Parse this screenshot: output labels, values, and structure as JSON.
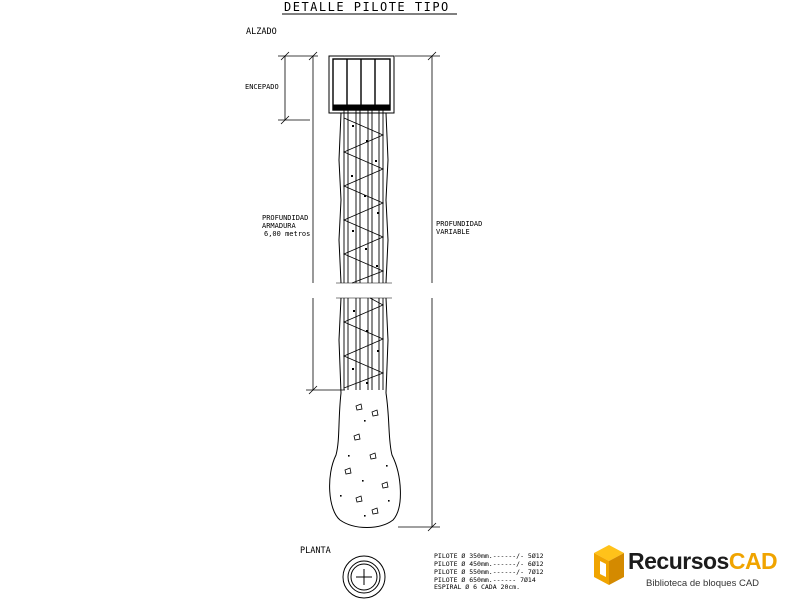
{
  "title": "DETALLE PILOTE TIPO",
  "labels": {
    "alzado": "ALZADO",
    "encepado": "ENCEPADO",
    "prof_armadura": [
      "PROFUNDIDAD",
      "ARMADURA",
      "6,00 metros"
    ],
    "prof_variable": [
      "PROFUNDIDAD",
      "VARIABLE"
    ],
    "planta": "PLANTA"
  },
  "notes": [
    "PILOTE Ø 350mm.------/- 5Ø12",
    "PILOTE Ø 450mm.------/- 6Ø12",
    "PILOTE Ø 550mm.------/- 7Ø12",
    "PILOTE Ø 650mm.------ 7Ø14",
    "ESPIRAL Ø 6 CADA 20cm."
  ],
  "logo": {
    "name_part1": "Recursos",
    "name_part2": "CAD",
    "tagline": "Biblioteca de bloques CAD",
    "colors": {
      "accent": "#f0a400",
      "dark": "#1c1c1c"
    }
  }
}
